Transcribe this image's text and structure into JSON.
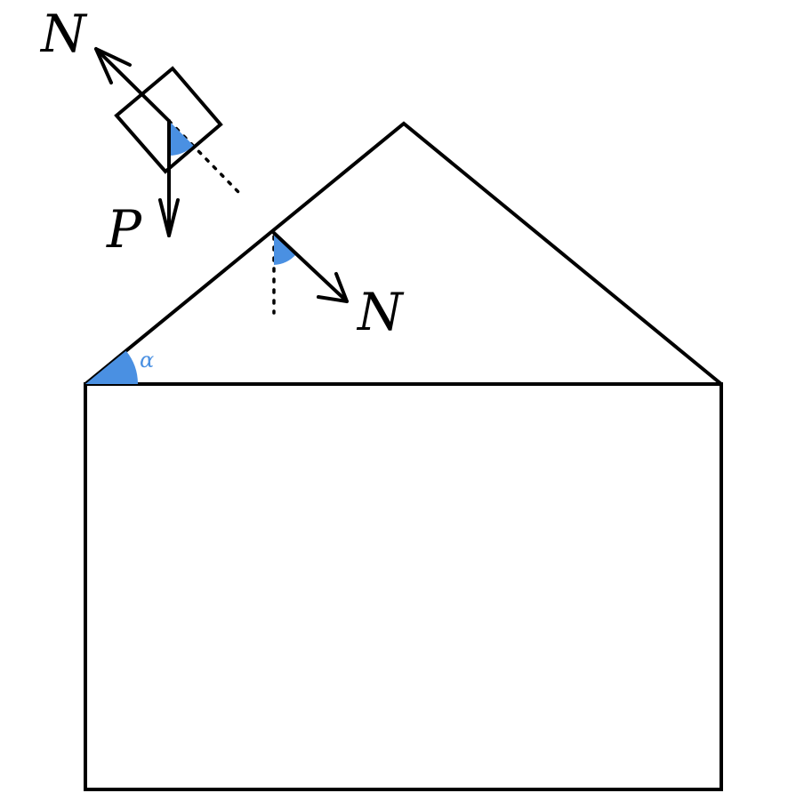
{
  "labels": {
    "normal_force_block": "N",
    "weight_block": "P",
    "normal_force_roof": "N",
    "angle": "α"
  },
  "colors": {
    "angle_fill": "#4a90e2",
    "line": "#000000",
    "background": "#ffffff"
  }
}
